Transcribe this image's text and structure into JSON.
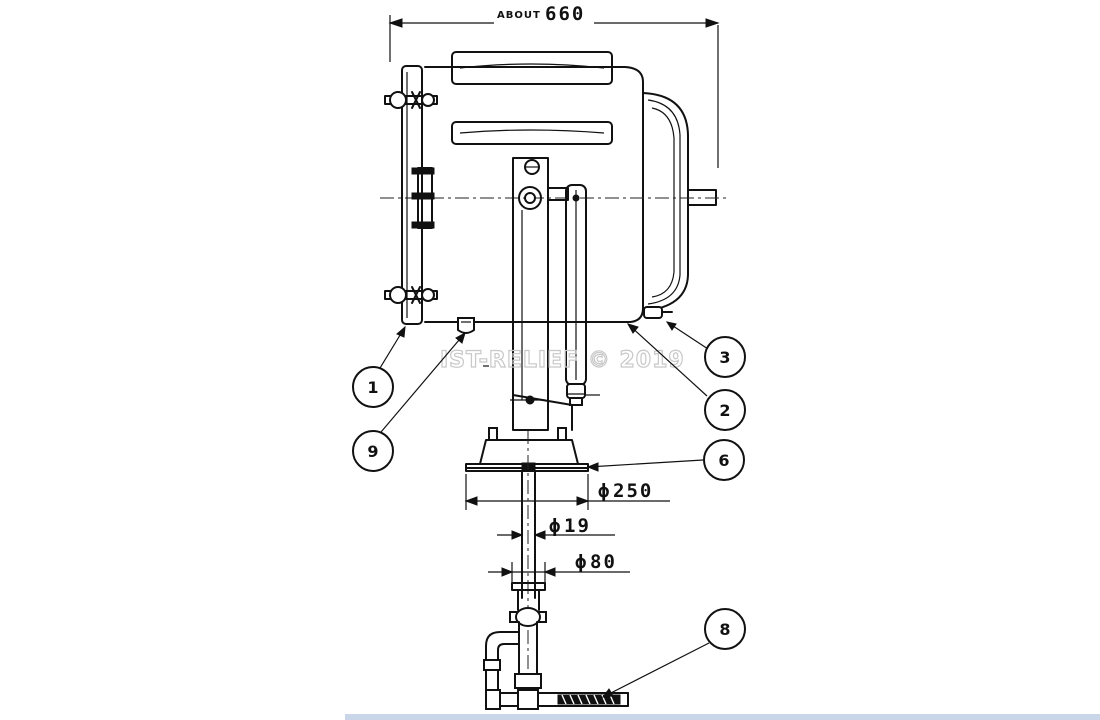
{
  "dimensions": {
    "overall_prefix": "ABOUT",
    "overall_value": "660",
    "base_diameter": "250",
    "column_diameter": "19",
    "flange_diameter": "80"
  },
  "watermark": "IST-RELIEF © 2019",
  "callouts": [
    "1",
    "2",
    "3",
    "6",
    "8",
    "9"
  ]
}
